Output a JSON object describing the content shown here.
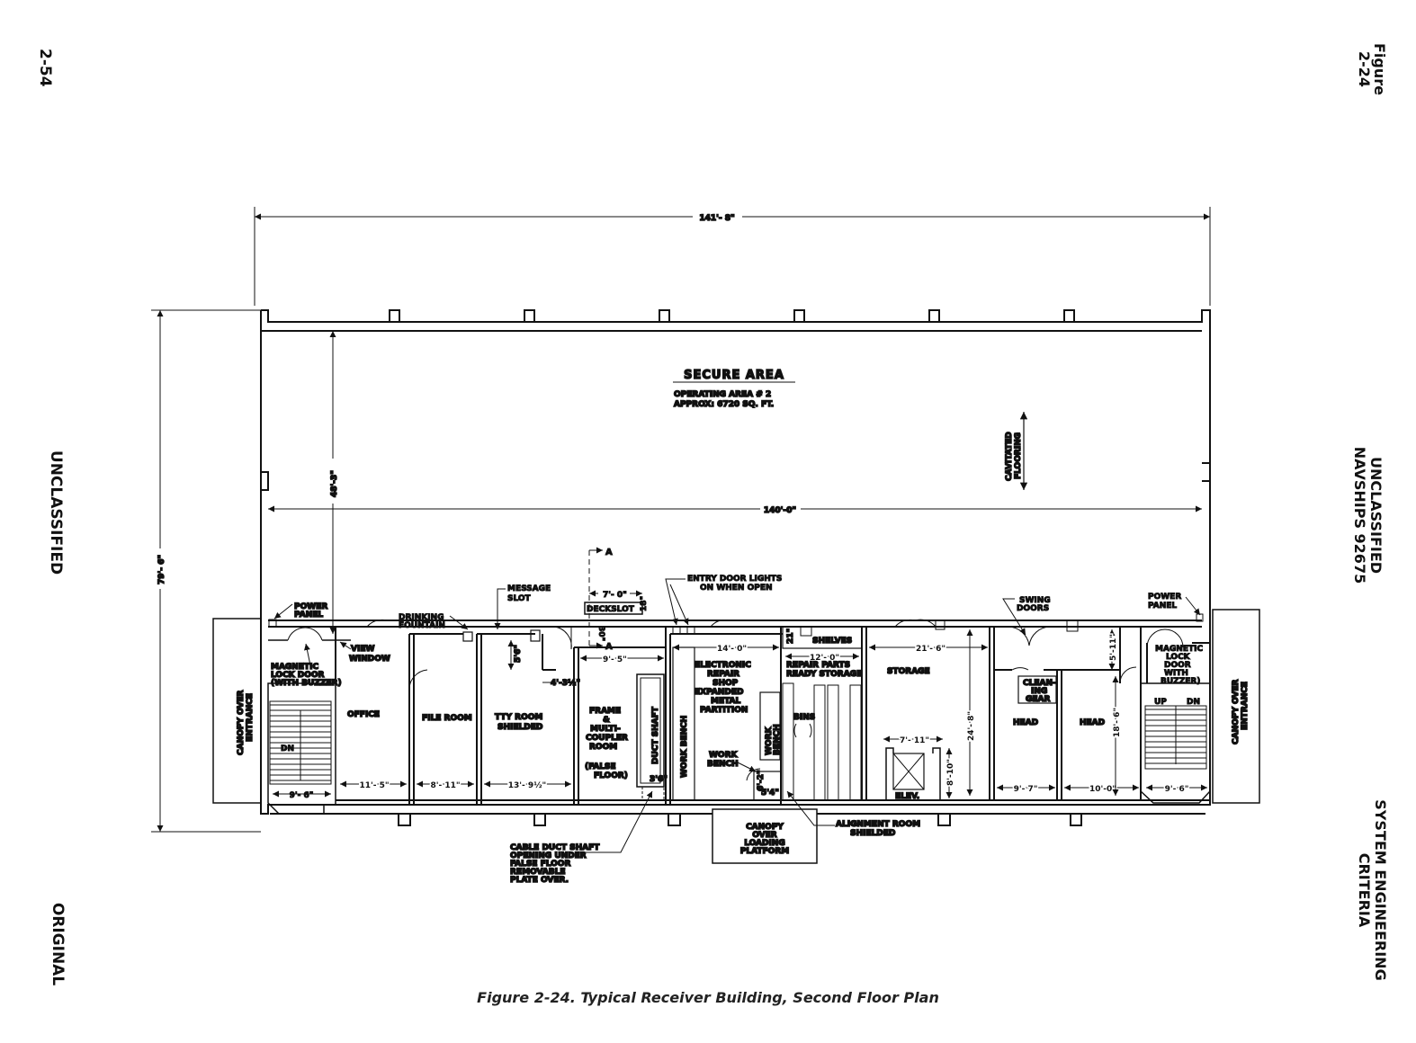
{
  "page": {
    "page_number": "2-54",
    "left_classification": "UNCLASSIFIED",
    "left_footer": "ORIGINAL",
    "right_figure": [
      "Figure",
      "2-24"
    ],
    "right_classification": "UNCLASSIFIED",
    "right_doc": "NAVSHIPS 92675",
    "right_title": [
      "SYSTEM ENGINEERING",
      "CRITERIA"
    ],
    "caption": "Figure 2-24.  Typical Receiver Building, Second Floor Plan"
  },
  "plan": {
    "secure_area": {
      "title": "SECURE    AREA",
      "line1": "OPERATING AREA  # 2",
      "line2": "APPROX:  6720   SQ. FT."
    },
    "cavitated_flooring": [
      "CAVITATED",
      "FLOORING"
    ],
    "dimensions": {
      "overall_width": "141'- 8\"",
      "inner_width": "140'-0\"",
      "depth": "48'-3\"",
      "overall_depth": "79'- 6\"",
      "stair_left": "9'- 6\"",
      "office": "11'- 5\"",
      "file_room": "8'- 11\"",
      "tty_room": "13'- 9½\"",
      "frame_room": "9'- 5\"",
      "deck_slot_w": "7'- 0\"",
      "deck_slot_h": "18\"",
      "duct_30": "30\"",
      "msg_5_6": "5'6\"",
      "msg_4_3": "4'-3½\"",
      "duct_3_6": "3'6\"",
      "repair_shop": "14'- 0\"",
      "shelves_21": "21\"",
      "repair_parts": "12'- 0\"",
      "storage": "21'- 6\"",
      "storage_depth": "24'- 8\"",
      "elev_w": "7'- 11\"",
      "elev_h": "8'-10\"",
      "align_6_2": "6'-2\"",
      "align_5_4": "5'4\"",
      "head_left": "9'- 7\"",
      "head_right": "10'-0\"",
      "head_depth": "18'- 6\"",
      "head_5_11": "5'-11\"",
      "stair_right": "9'- 6\""
    },
    "labels": {
      "section_a": "A",
      "power_panel": [
        "POWER",
        "PANEL"
      ],
      "drinking_fountain": [
        "DRINKING",
        "FOUNTAIN"
      ],
      "message_slot": [
        "MESSAGE",
        "SLOT"
      ],
      "deck_slot": "DECKSLOT",
      "entry_door_lights": [
        "ENTRY DOOR LIGHTS",
        "ON WHEN OPEN"
      ],
      "swing_doors": [
        "SWING",
        "DOORS"
      ],
      "power_panel_right": [
        "POWER",
        "PANEL"
      ],
      "view_window": [
        "VIEW",
        "WINDOW"
      ],
      "magnetic_lock_left": [
        "MAGNETIC",
        "LOCK DOOR",
        "(WITH BUZZER)"
      ],
      "magnetic_lock_right": [
        "MAGNETIC",
        "LOCK",
        "DOOR",
        "WITH",
        "BUZZER)"
      ],
      "canopy_left": [
        "CANOPY OVER",
        "ENTRANCE"
      ],
      "canopy_right": [
        "CANOPY OVER",
        "ENTRANCE"
      ],
      "dn": "DN",
      "up": "UP",
      "office": "OFFICE",
      "file_room": "FILE ROOM",
      "tty_room": [
        "TTY  ROOM",
        "SHIELDED"
      ],
      "frame_room": [
        "FRAME",
        "&",
        "MULTI-",
        "COUPLER",
        "ROOM",
        "",
        "(FALSE",
        "FLOOR)"
      ],
      "duct_shaft": "DUCT SHAFT",
      "work_bench_vertical": "WORK BENCH",
      "repair_shop": [
        "ELECTRONIC",
        "REPAIR",
        "SHOP",
        "EXPANDED",
        "METAL",
        "PARTITION"
      ],
      "work_bench_small": [
        "WORK",
        "BENCH"
      ],
      "work_bench_bottom": [
        "WORK",
        "BENCH"
      ],
      "bins": "BINS",
      "shelves": "SHELVES",
      "repair_parts": [
        "REPAIR  PARTS",
        "READY STORAGE"
      ],
      "storage": "STORAGE",
      "elev": "ELEV.",
      "cleaning_gear": [
        "CLEAN-",
        "ING",
        "GEAR"
      ],
      "head_left": "HEAD",
      "head_right": "HEAD",
      "canopy_loading": [
        "CANOPY",
        "OVER",
        "LOADING",
        "PLATFORM"
      ],
      "alignment_room": [
        "ALIGNMENT  ROOM",
        "SHIELDED"
      ],
      "cable_duct": [
        "CABLE DUCT SHAFT",
        "OPENING UNDER",
        "FALSE FLOOR",
        "REMOVABLE",
        "PLATE OVER."
      ]
    }
  }
}
